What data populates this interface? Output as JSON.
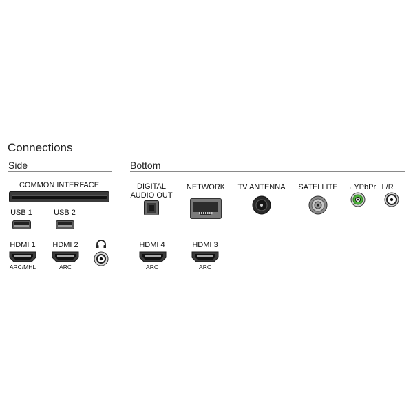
{
  "title": "Connections",
  "sections": {
    "side": "Side",
    "bottom": "Bottom"
  },
  "side": {
    "common_interface": "COMMON INTERFACE",
    "usb1": "USB 1",
    "usb2": "USB 2",
    "hdmi1": {
      "label": "HDMI 1",
      "sub": "ARC/MHL"
    },
    "hdmi2": {
      "label": "HDMI 2",
      "sub": "ARC"
    },
    "headphone_icon": "headphone-icon"
  },
  "bottom": {
    "digital_audio_out_line1": "DIGITAL",
    "digital_audio_out_line2": "AUDIO OUT",
    "network": "NETWORK",
    "tv_antenna": "TV ANTENNA",
    "satellite": "SATELLITE",
    "ypbpr": "⌐YPbPr",
    "lr": "L/R┐",
    "hdmi4": {
      "label": "HDMI 4",
      "sub": "ARC"
    },
    "hdmi3": {
      "label": "HDMI 3",
      "sub": "ARC"
    }
  },
  "colors": {
    "ypbpr_ring": "#4caf3a",
    "port_dark": "#2a2a2a",
    "port_mid": "#6b6b6b",
    "rule": "#8a8a8a"
  }
}
